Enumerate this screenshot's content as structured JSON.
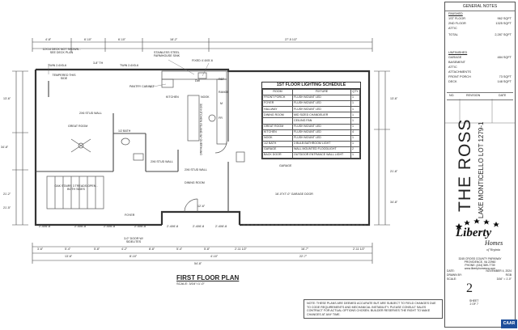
{
  "general_notes": {
    "title": "GENERAL NOTES",
    "finished_label": "FINISHED",
    "finished": [
      {
        "label": "1ST FLOOR",
        "value": "962 SQFT"
      },
      {
        "label": "2ND FLOOR",
        "value": "1325 SQFT"
      },
      {
        "label": "ATTIC",
        "value": ""
      },
      {
        "label": "TOTAL",
        "value": "2,287 SQFT"
      }
    ],
    "unfinished_label": "UNFINISHED",
    "unfinished": [
      {
        "label": "GARAGE",
        "value": "484 SQFT"
      },
      {
        "label": "BASEMENT",
        "value": ""
      },
      {
        "label": "ATTIC",
        "value": ""
      },
      {
        "label": "ATTACHMENTS",
        "value": ""
      },
      {
        "label": "FRONT PORCH",
        "value": "73 SQFT"
      },
      {
        "label": "DECK",
        "value": "148 SQFT"
      }
    ],
    "revision_headers": [
      "NO.",
      "REVISION",
      "DATE"
    ]
  },
  "title_block": {
    "model": "THE ROSS",
    "lot": "LAKE MONTICELLO LOT 1279-1",
    "brand": "Liberty",
    "homes": "Homes",
    "of": "of Virginia",
    "address": [
      "3245 CROSS COUNTY PARKWAY",
      "PROVIDENCE, VA 22960",
      "PHONE: (434) 589-7739",
      "www.libertyhomesva.com"
    ],
    "fields": [
      {
        "label": "DATE:",
        "value": "NOVEMBER 4, 2024"
      },
      {
        "label": "DRAWN BY:",
        "value": "RGB"
      },
      {
        "label": "SCALE:",
        "value": "3/16\" = 1'-0\""
      }
    ],
    "sheet_number": "2",
    "sheet_label": "SHEET",
    "sheet_of": "2 OF 7"
  },
  "schedule": {
    "title": "1ST FLOOR LIGHTING SCHEDULE",
    "headers": [
      "ROOM",
      "FIXTURE",
      "QTY"
    ],
    "rows": [
      [
        "FRONT PORCH",
        "FLUSH MOUNT LED",
        "1"
      ],
      [
        "FOYER",
        "FLUSH MOUNT LED",
        "1"
      ],
      [
        "HALLWAY",
        "FLUSH MOUNT LED",
        "1"
      ],
      [
        "DINING ROOM",
        "MID SIZED CHANDELIER",
        "1"
      ],
      [
        "",
        "CEILING FAN",
        "1"
      ],
      [
        "GREAT ROOM",
        "FLUSH MOUNT LED",
        "1"
      ],
      [
        "KITCHEN",
        "FLUSH MOUNT LED",
        "4"
      ],
      [
        "NOOK",
        "FLUSH MOUNT LED",
        "1"
      ],
      [
        "1/2 BATH",
        "3 BULB BATHROOM LIGHT",
        "1"
      ],
      [
        "GARAGE",
        "WALL MOUNTED FLOODLIGHT",
        "2"
      ],
      [
        "BACK DOOR",
        "OUTDOOR ENTRANCE WALL LIGHT",
        "1"
      ]
    ]
  },
  "plan": {
    "title": "FIRST FLOOR PLAN",
    "scale": "SCALE: 3/16\"=1'-0\"",
    "top_dims": [
      "4'-8\"",
      "6'-10\"",
      "6'-10\"",
      "18'-2\"",
      "27'-5 1/2\""
    ],
    "overall_width": "54'-8\"",
    "bottom_dims": [
      "2'-4X6'-8",
      "2'-4X6'-8",
      "2'-4X6'-8",
      "2'-4X6'-8",
      "2'-4X6'-8",
      "2'-4X6'-8",
      "2'-4X6'-8"
    ],
    "bottom_runs": [
      "3'-6\"",
      "5'-4\"",
      "5'-8\"",
      "4'-2\"",
      "8'-8\"",
      "5'-4\"",
      "5'-8\"",
      "2'-11 1/2\"",
      "16'-7\"",
      "2'-11 1/2\""
    ],
    "bottom_sub": [
      "13'-6\"",
      "8'-10\"",
      "4'-10\"",
      "22'-7\""
    ],
    "left_dims": [
      "13'-6\"",
      "34'-8\"",
      "21'-2\"",
      "21'-5\""
    ],
    "right_dims": [
      "13'-6\"",
      "21'-8\"",
      "34'-8\""
    ],
    "labels": {
      "deck_note": "12X14 DECK NOT SHOWN - SEE DECK PLAN",
      "sink": "STAINLESS STEEL FARMHOUSE SINK",
      "fixed": "FIXED 4'-6X5'-6",
      "tw1": "TWIN 2-6X5-6",
      "tw2": "3-8\" TH",
      "tw3": "TWIN 2-6X5-6",
      "tempered": "TEMPERED THIS SIDE",
      "pantry": "PANTRY CABINET",
      "kitchen": "KITCHEN",
      "nook": "NOOK",
      "stud1": "2X6 STUD WALL",
      "great": "GREAT ROOM",
      "bath": "1/2 BATH",
      "stair": "OAK STAIRS 3 TREADS OPEN - BOTH SIDES",
      "stud2": "2X6 STUD WALL",
      "dining": "DINING ROOM",
      "stud3": "2X6 STUD WALL",
      "garage": "GARAGE",
      "gdoor": "16'-0\"X7'-0\" GARAGE DOOR",
      "foyer": "FOYER",
      "frontdoor": "3-0\" DOOR W/ SIDELITES",
      "porch_dim": "12'-6\"",
      "island": "3X5 KITCHEN ISLAND W/ OVERHANG",
      "ref": "REF",
      "range": "RANGE",
      "dw": "DW",
      "m": "M",
      "fr": "FR"
    }
  },
  "disclaimer": "NOTE: THESE PLANS ARE DEEMED ACCURATE BUT ARE SUBJECT TO FIELD CHANGES DUE TO CODE REQUIREMENTS AND MECHANICAL INSTABILITY. PLEASE CONSULT SALES CONTRACT FOR ACTUAL OPTIONS CHOSEN. BUILDER RESERVES THE RIGHT TO MAKE CHANGES AT ANY TIME.",
  "badge": "CAAR"
}
